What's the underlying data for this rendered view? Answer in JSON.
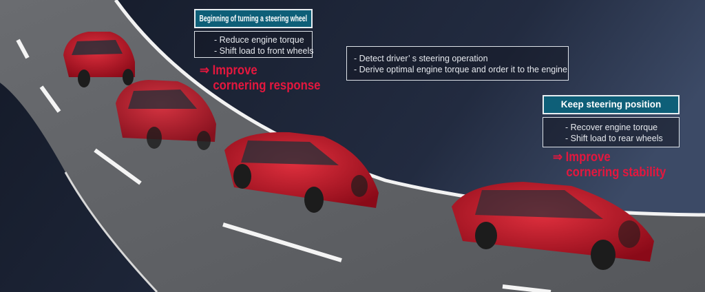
{
  "colors": {
    "background": "#1c2232",
    "road": "#5d5f63",
    "accent_title": "#0e5f78",
    "result_red": "#e4173e",
    "car_red": "#c8102e"
  },
  "phase1": {
    "title": "Beginning of turning a steering wheel",
    "items": [
      "- Reduce engine torque",
      "- Shift load to front wheels"
    ],
    "arrow": "⇒",
    "result_line1": "Improve",
    "result_line2": "cornering response"
  },
  "control": {
    "items": [
      "- Detect driver’ s steering operation",
      "- Derive optimal engine torque and order it to the engine"
    ]
  },
  "phase2": {
    "title": "Keep steering position",
    "items": [
      "- Recover engine torque",
      "- Shift load to rear wheels"
    ],
    "arrow": "⇒",
    "result_line1": "Improve",
    "result_line2": "cornering stability"
  }
}
